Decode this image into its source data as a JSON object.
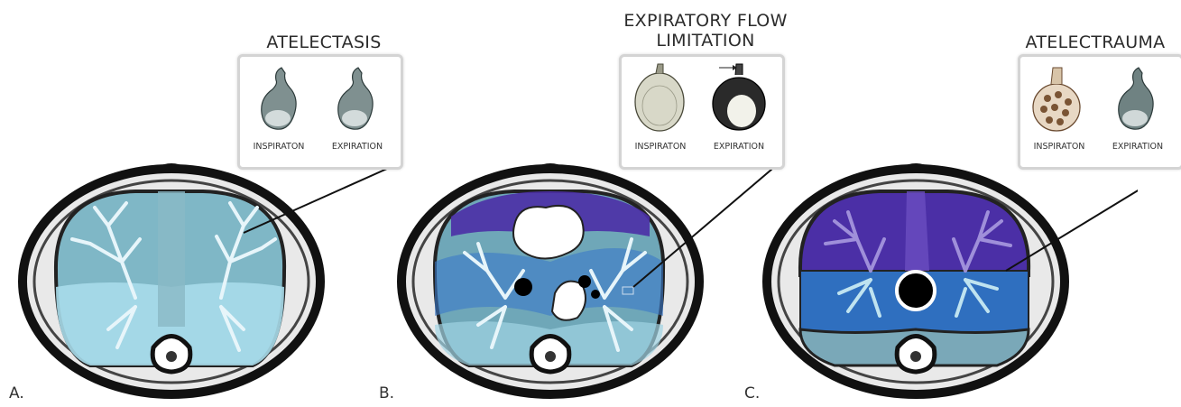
{
  "panels": [
    {
      "letter": "A.",
      "title_lines": [
        "ATELECTASIS"
      ],
      "inset": {
        "left_label": "INSPIRATON",
        "right_label": "EXPIRATION"
      }
    },
    {
      "letter": "B.",
      "title_lines": [
        "EXPIRATORY FLOW",
        "LIMITATION"
      ],
      "inset": {
        "left_label": "INSPIRATON",
        "right_label": "EXPIRATION"
      }
    },
    {
      "letter": "C.",
      "title_lines": [
        "ATELECTRAUMA"
      ],
      "inset": {
        "left_label": "INSPIRATON",
        "right_label": "EXPIRATION"
      }
    }
  ],
  "colors": {
    "light_blue": "#8fd0e0",
    "mid_blue": "#3b78c8",
    "purple": "#4b2fa6",
    "bone": "#ffffff",
    "ct_dark": "#1a1a1a"
  }
}
